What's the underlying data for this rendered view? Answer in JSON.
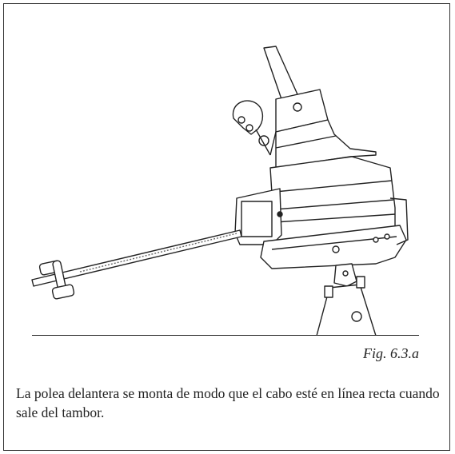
{
  "figure": {
    "caption": "Fig. 6.3.a",
    "subject": "front-pulley-assembly"
  },
  "text": {
    "paragraph": "La polea delantera se monta de modo que el cabo esté en línea recta cuando sale del tambor."
  }
}
